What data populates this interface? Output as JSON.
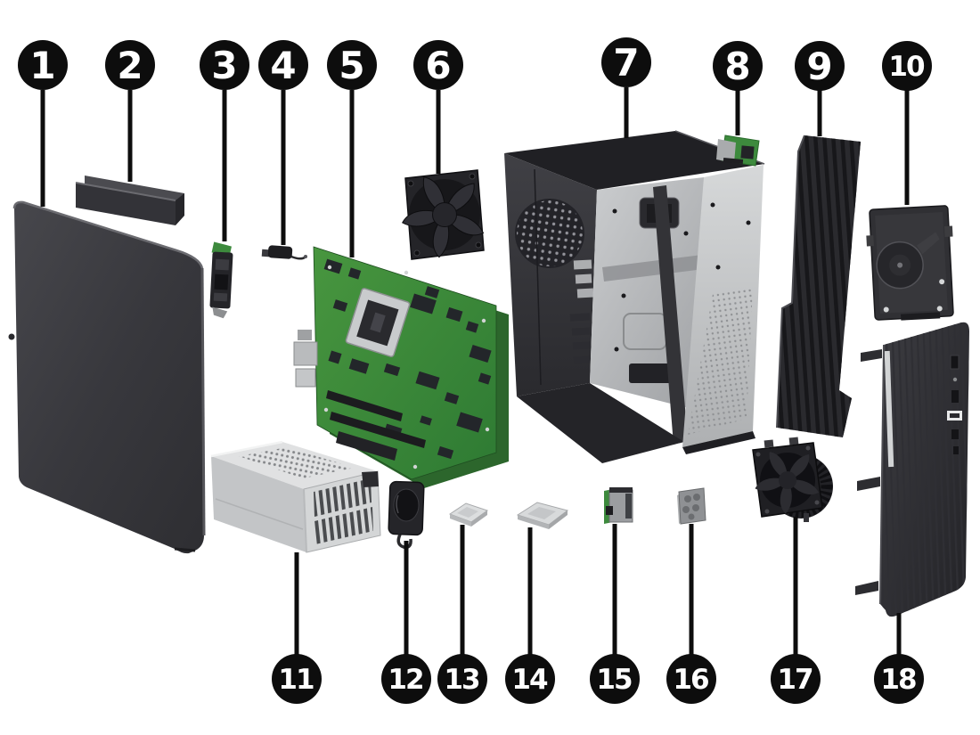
{
  "diagram": {
    "type": "exploded-parts-diagram",
    "subject": "desktop tower computer internal components",
    "background": "#ffffff",
    "callout_style": {
      "circle_fill": "#0d0d0d",
      "number_color": "#ffffff",
      "leader_line_color": "#0d0d0d"
    },
    "palette": {
      "panel_dark": "#333338",
      "chassis_interior_silver": "#c0c2c4",
      "system_board_green": "#3c8a3c",
      "psu_silver": "#d4d6d7",
      "component_black": "#242427"
    },
    "callouts": [
      {
        "number": "1",
        "part": "side-access-panel"
      },
      {
        "number": "2",
        "part": "bezel-blank"
      },
      {
        "number": "3",
        "part": "solid-state-drive"
      },
      {
        "number": "4",
        "part": "thermal-sensor"
      },
      {
        "number": "5",
        "part": "system-board"
      },
      {
        "number": "6",
        "part": "chassis-fan"
      },
      {
        "number": "7",
        "part": "chassis"
      },
      {
        "number": "8",
        "part": "wireless-module"
      },
      {
        "number": "9",
        "part": "fan-duct"
      },
      {
        "number": "10",
        "part": "hard-drive"
      },
      {
        "number": "11",
        "part": "power-supply"
      },
      {
        "number": "12",
        "part": "speaker"
      },
      {
        "number": "13",
        "part": "processor"
      },
      {
        "number": "14",
        "part": "processor"
      },
      {
        "number": "15",
        "part": "card-reader"
      },
      {
        "number": "16",
        "part": "io-bracket"
      },
      {
        "number": "17",
        "part": "heat-sink-fan-assembly"
      },
      {
        "number": "18",
        "part": "front-bezel"
      }
    ]
  }
}
